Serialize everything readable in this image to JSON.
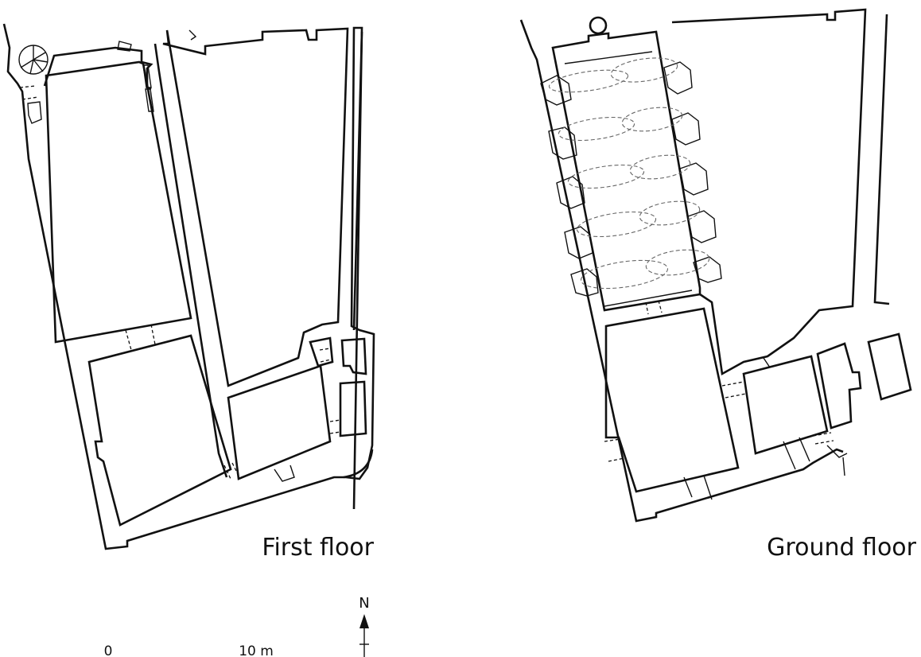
{
  "labels": {
    "first_floor": "First floor",
    "ground_floor": "Ground floor"
  },
  "scale": {
    "start": "0",
    "end": "10 m"
  },
  "north": "N",
  "colors": {
    "ink": "#111111",
    "vault": "#666666",
    "background": "#ffffff"
  }
}
